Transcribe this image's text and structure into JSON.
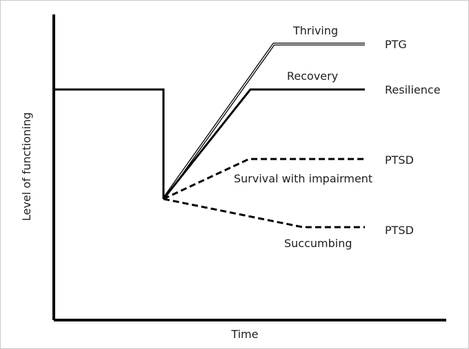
{
  "diagram": {
    "x_axis_label": "Time",
    "y_axis_label": "Level of functioning",
    "trajectories": [
      {
        "id": "thriving",
        "label": "Thriving",
        "outcome": "PTG",
        "line_style": "double"
      },
      {
        "id": "recovery",
        "label": "Recovery",
        "outcome": "Resilience",
        "line_style": "solid"
      },
      {
        "id": "survival",
        "label": "Survival with impairment",
        "outcome": "PTSD",
        "line_style": "dashed"
      },
      {
        "id": "succumbing",
        "label": "Succumbing",
        "outcome": "PTSD",
        "line_style": "dashed"
      }
    ]
  },
  "colors": {
    "line": "#000000",
    "text": "#1e1e1e",
    "border": "#c8c8c8"
  }
}
